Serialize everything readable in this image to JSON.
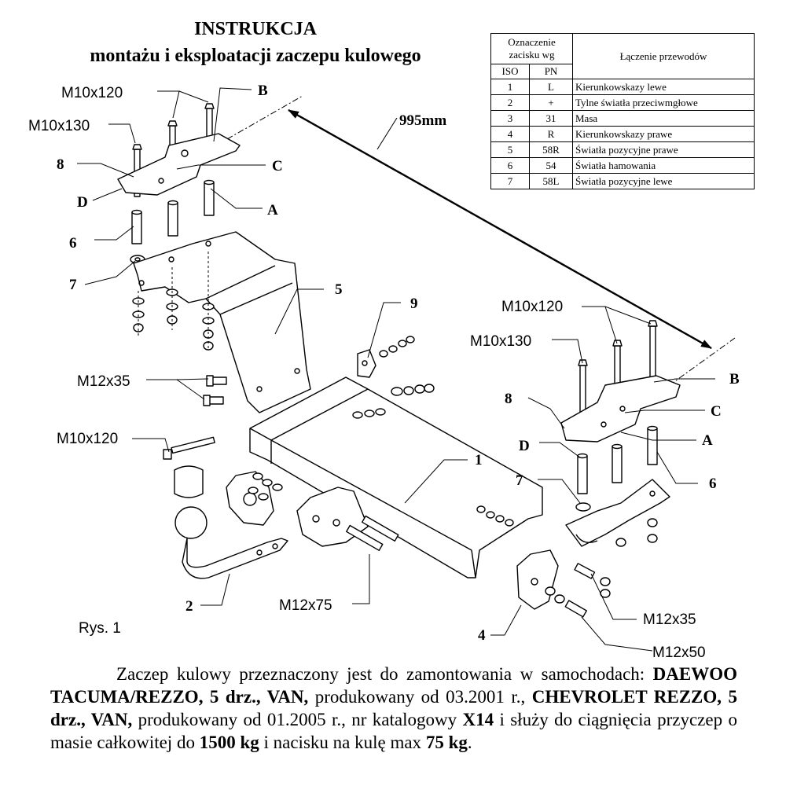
{
  "header": {
    "title": "INSTRUKCJA",
    "subtitle": "montażu i eksploatacji zaczepu kulowego"
  },
  "wiring_table": {
    "head_group": "Oznaczenie zacisku wg",
    "col_iso": "ISO",
    "col_pn": "PN",
    "col_connection": "Łączenie przewodów",
    "rows": [
      {
        "iso": "1",
        "pn": "L",
        "label": "Kierunkowskazy lewe"
      },
      {
        "iso": "2",
        "pn": "+",
        "label": "Tylne światła przeciwmgłowe"
      },
      {
        "iso": "3",
        "pn": "31",
        "label": "Masa"
      },
      {
        "iso": "4",
        "pn": "R",
        "label": "Kierunkowskazy prawe"
      },
      {
        "iso": "5",
        "pn": "58R",
        "label": "Światła pozycyjne prawe"
      },
      {
        "iso": "6",
        "pn": "54",
        "label": "Światła hamowania"
      },
      {
        "iso": "7",
        "pn": "58L",
        "label": "Światła pozycyjne lewe"
      }
    ]
  },
  "diagram": {
    "dimension": "995mm",
    "figure_label": "Rys. 1",
    "labels": {
      "m10x120_a": "M10x120",
      "m10x130_a": "M10x130",
      "b_a": "B",
      "c_a": "C",
      "a_a": "A",
      "d_a": "D",
      "n8_a": "8",
      "n6_a": "6",
      "n7_a": "7",
      "n5": "5",
      "n9": "9",
      "m12x35_a": "M12x35",
      "m10x120_c": "M10x120",
      "n1": "1",
      "n2": "2",
      "m12x75": "M12x75",
      "m10x120_b": "M10x120",
      "m10x130_b": "M10x130",
      "b_b": "B",
      "c_b": "C",
      "a_b": "A",
      "d_b": "D",
      "n8_b": "8",
      "n6_b": "6",
      "n7_b": "7",
      "n4": "4",
      "m12x35_b": "M12x35",
      "m12x50": "M12x50"
    }
  },
  "description": {
    "part1": "Zaczep kulowy przeznaczony jest do zamontowania w samochodach: ",
    "model1": "DAEWOO TACUMA/REZZO, 5 drz., VAN,",
    "part2": " produkowany od 03.2001 r., ",
    "model2": "CHEVROLET REZZO, 5 drz., VAN,",
    "part3": " produkowany od 01.2005 r.,  nr katalogowy ",
    "catalog": "X14",
    "part4": " i służy do ciągnięcia przyczep o masie całkowitej do ",
    "mass": "1500 kg",
    "part5": " i nacisku na kulę max ",
    "load": "75 kg",
    "part6": "."
  }
}
